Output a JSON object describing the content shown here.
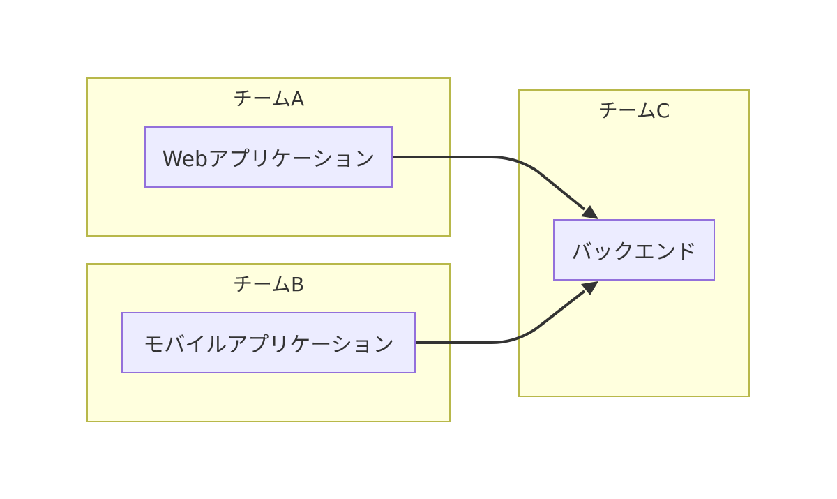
{
  "clusters": {
    "team_a": {
      "label": "チームA"
    },
    "team_b": {
      "label": "チームB"
    },
    "team_c": {
      "label": "チームC"
    }
  },
  "nodes": {
    "web_app": {
      "label": "Webアプリケーション"
    },
    "mobile_app": {
      "label": "モバイルアプリケーション"
    },
    "backend": {
      "label": "バックエンド"
    }
  },
  "edges": [
    {
      "from": "web_app",
      "to": "backend"
    },
    {
      "from": "mobile_app",
      "to": "backend"
    }
  ],
  "colors": {
    "cluster_fill": "#ffffde",
    "cluster_border": "#b8b84a",
    "node_fill": "#ececff",
    "node_border": "#9370db",
    "edge": "#333333"
  }
}
